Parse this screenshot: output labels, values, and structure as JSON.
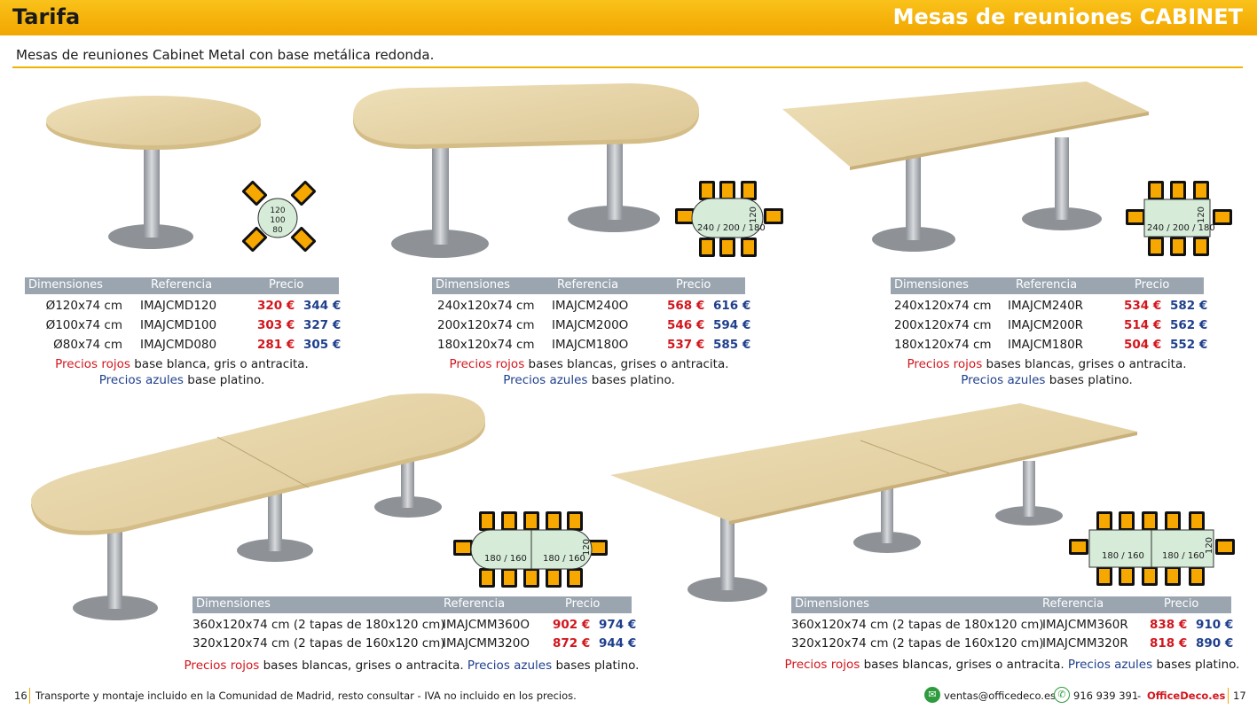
{
  "header": {
    "left": "Tarifa",
    "right": "Mesas de reuniones CABINET"
  },
  "subtitle": "Mesas de reuniones Cabinet Metal con base metálica redonda.",
  "table_headers": {
    "dim": "Dimensiones",
    "ref": "Referencia",
    "price": "Precio"
  },
  "blocks": [
    {
      "rows": [
        {
          "dim": "Ø120x74 cm",
          "ref": "IMAJCMD120",
          "red": "320 €",
          "blue": "344 €"
        },
        {
          "dim": "Ø100x74 cm",
          "ref": "IMAJCMD100",
          "red": "303 €",
          "blue": "327 €"
        },
        {
          "dim": "Ø80x74 cm",
          "ref": "IMAJCMD080",
          "red": "281 €",
          "blue": "305 €"
        }
      ],
      "note_red": "Precios rojos",
      "note_red_rest": " base blanca, gris o antracita.",
      "note_blue": "Precios azules",
      "note_blue_rest": " base platino."
    },
    {
      "rows": [
        {
          "dim": "240x120x74 cm",
          "ref": "IMAJCM240O",
          "red": "568 €",
          "blue": "616 €"
        },
        {
          "dim": "200x120x74 cm",
          "ref": "IMAJCM200O",
          "red": "546 €",
          "blue": "594 €"
        },
        {
          "dim": "180x120x74 cm",
          "ref": "IMAJCM180O",
          "red": "537 €",
          "blue": "585 €"
        }
      ],
      "note_red": "Precios rojos",
      "note_red_rest": " bases blancas, grises o antracita.",
      "note_blue": "Precios azules",
      "note_blue_rest": " bases platino."
    },
    {
      "rows": [
        {
          "dim": "240x120x74 cm",
          "ref": "IMAJCM240R",
          "red": "534 €",
          "blue": "582 €"
        },
        {
          "dim": "200x120x74 cm",
          "ref": "IMAJCM200R",
          "red": "514 €",
          "blue": "562 €"
        },
        {
          "dim": "180x120x74 cm",
          "ref": "IMAJCM180R",
          "red": "504 €",
          "blue": "552 €"
        }
      ],
      "note_red": "Precios rojos",
      "note_red_rest": " bases blancas, grises o antracita.",
      "note_blue": "Precios azules",
      "note_blue_rest": " bases platino."
    },
    {
      "rows": [
        {
          "dim": "360x120x74 cm (2 tapas de 180x120 cm)",
          "ref": "IMAJCMM360O",
          "red": "902 €",
          "blue": "974 €"
        },
        {
          "dim": "320x120x74 cm (2 tapas de 160x120 cm)",
          "ref": "IMAJCMM320O",
          "red": "872 €",
          "blue": "944 €"
        }
      ],
      "note_red": "Precios rojos",
      "note_red_rest": " bases blancas, grises o antracita. ",
      "note_blue": "Precios azules",
      "note_blue_rest": " bases platino."
    },
    {
      "rows": [
        {
          "dim": "360x120x74 cm (2 tapas de 180x120 cm)",
          "ref": "IMAJCMM360R",
          "red": "838 €",
          "blue": "910 €"
        },
        {
          "dim": "320x120x74 cm (2 tapas de 160x120 cm)",
          "ref": "IMAJCMM320R",
          "red": "818 €",
          "blue": "890 €"
        }
      ],
      "note_red": "Precios rojos",
      "note_red_rest": " bases blancas, grises o antracita. ",
      "note_blue": "Precios azules",
      "note_blue_rest": " bases platino."
    }
  ],
  "diagrams": {
    "round": [
      "120",
      "100",
      "80"
    ],
    "oval": {
      "len": "240 / 200 / 180",
      "w": "120"
    },
    "rect": {
      "len": "240 / 200 / 180",
      "w": "120"
    },
    "oval2": {
      "a": "180 / 160",
      "b": "180 / 160",
      "w": "120"
    },
    "rect2": {
      "a": "180 / 160",
      "b": "180 / 160",
      "w": "120"
    }
  },
  "footer": {
    "page_left": "16",
    "text": "Transporte y montaje incluido en la Comunidad de Madrid, resto consultar - IVA no incluido en los precios.",
    "email": "ventas@officedeco.es",
    "phone": "916 939 391",
    "dash": "-",
    "brand": "OfficeDeco.es",
    "page_right": "17"
  },
  "colors": {
    "accent": "#f2b200",
    "red": "#d2161d",
    "blue": "#1f3f8c",
    "header_gray": "#9ba5b0",
    "wood": "#e5d3a8"
  }
}
